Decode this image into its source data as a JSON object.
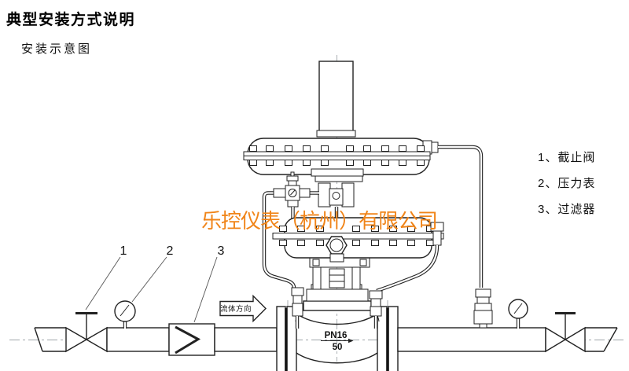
{
  "page": {
    "title": "典型安装方式说明",
    "subtitle": "安装示意图"
  },
  "watermark": {
    "text": "乐控仪表（杭州）有限公司",
    "color": "#F08418"
  },
  "legend": {
    "items": [
      "1、截止阀",
      "2、压力表",
      "3、过滤器"
    ]
  },
  "diagram": {
    "callouts": [
      "1",
      "2",
      "3"
    ],
    "flow_direction_label": "流体方向",
    "valve_marking": {
      "pressure_rating": "PN16",
      "size": "50"
    }
  },
  "colors": {
    "line": "#222222",
    "watermark_orange": "#F08418",
    "background": "#ffffff"
  }
}
